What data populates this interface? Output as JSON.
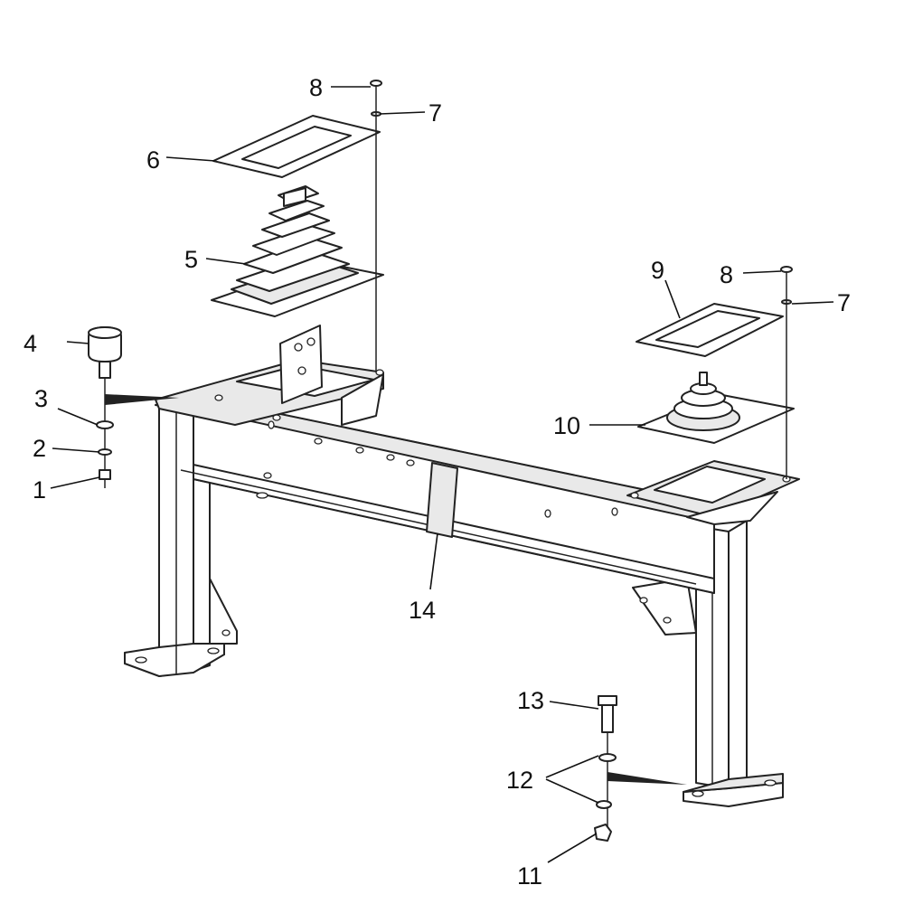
{
  "callouts": {
    "c1": "1",
    "c2": "2",
    "c3": "3",
    "c4": "4",
    "c5": "5",
    "c6": "6",
    "c7a": "7",
    "c8a": "8",
    "c9": "9",
    "c8b": "8",
    "c7b": "7",
    "c10": "10",
    "c11": "11",
    "c12": "12",
    "c13": "13",
    "c14": "14"
  },
  "colors": {
    "line": "#222222",
    "shade": "#e9e9e9",
    "background": "#ffffff"
  }
}
